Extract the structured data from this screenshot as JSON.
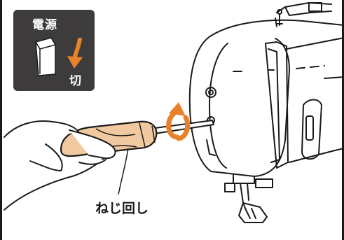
{
  "power_panel": {
    "title": "電源",
    "state_label": "切",
    "accent_color": "#e8822a"
  },
  "screwdriver": {
    "label": "ねじ回し",
    "handle_color": "#f0c9a0",
    "rotation_arrow_color": "#e8822a"
  },
  "icons": [
    "power-switch-icon",
    "down-arrow-icon",
    "rotation-arrow-icon",
    "screwdriver-icon",
    "hand-icon",
    "sewing-machine-icon"
  ]
}
